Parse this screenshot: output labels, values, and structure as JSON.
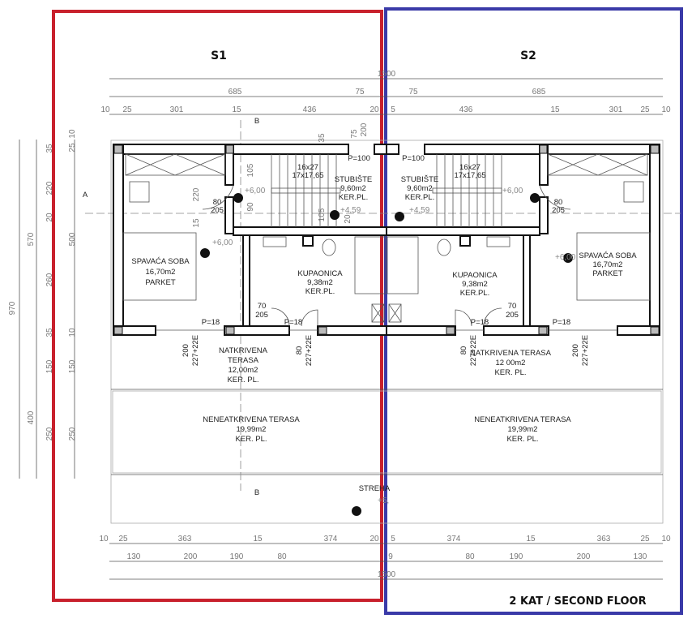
{
  "units": {
    "s1": "S1",
    "s2": "S2"
  },
  "floor_title": "2 KAT / SECOND FLOOR",
  "colors": {
    "s1_frame": "#c8202c",
    "s2_frame": "#3a3aa8"
  },
  "section_marks": {
    "a": "A",
    "b": "B"
  },
  "rooms": {
    "s1": {
      "bedroom": [
        "SPAVAĆA SOBA",
        "16,70m2",
        "PARKET"
      ],
      "stairs": [
        "STUBIŠTE",
        "9,60m2",
        "KER.PL."
      ],
      "steps": [
        "16x27",
        "17x17,65"
      ],
      "bathroom": [
        "KUPAONICA",
        "9,38m2",
        "KER.PL."
      ],
      "covered_terrace": [
        "NATKRIVENA",
        "TERASA",
        "12,00m2",
        "KER. PL."
      ],
      "open_terrace": [
        "NENEATKRIVENA TERASA",
        "19,99m2",
        "KER. PL."
      ]
    },
    "s2": {
      "bedroom": [
        "SPAVAĆA SOBA",
        "16,70m2",
        "PARKET"
      ],
      "stairs": [
        "STUBIŠTE",
        "9,60m2",
        "KER.PL."
      ],
      "steps": [
        "16x27",
        "17x17,65"
      ],
      "bathroom": [
        "KUPAONICA",
        "9,38m2",
        "KER.PL."
      ],
      "covered_terrace": [
        "NATKRIVENA TERASA",
        "12 00m2",
        "KER. PL."
      ],
      "open_terrace": [
        "NENEATKRIVENA TERASA",
        "19,99m2",
        "KER. PL."
      ]
    },
    "roof": [
      "STREHA",
      "+5,"
    ]
  },
  "annotations": {
    "level_upper": "+6,00",
    "level_stair": "+4,59",
    "parapet_stair": "P=100",
    "parapet_terrace": "P=18",
    "door_bedroom": [
      "80",
      "205"
    ],
    "door_bath": [
      "70",
      "205"
    ],
    "window_a": [
      "200",
      "227+22E"
    ],
    "window_b": [
      "80",
      "227+22E"
    ]
  },
  "dimensions": {
    "top_total": "1500",
    "top_row2": [
      "685",
      "75",
      "75",
      "685"
    ],
    "top_row3": [
      "10",
      "25",
      "301",
      "15",
      "436",
      "20",
      "5",
      "436",
      "15",
      "301",
      "25",
      "10"
    ],
    "bottom_row1": [
      "10",
      "25",
      "363",
      "15",
      "374",
      "20",
      "5",
      "374",
      "15",
      "363",
      "25",
      "10"
    ],
    "bottom_row2": [
      "130",
      "200",
      "190",
      "80",
      "9",
      "80",
      "190",
      "200",
      "130"
    ],
    "bottom_total": "1500",
    "left_total": "970",
    "left_outer": [
      "570",
      "400"
    ],
    "left_col_a": [
      "35",
      "220",
      "20",
      "260",
      "35",
      "150",
      "250"
    ],
    "left_col_b": [
      "10",
      "25",
      "500",
      "10",
      "150",
      "250"
    ],
    "interior": [
      "105",
      "90",
      "220",
      "15",
      "35",
      "20",
      "105",
      "75",
      "200"
    ]
  }
}
